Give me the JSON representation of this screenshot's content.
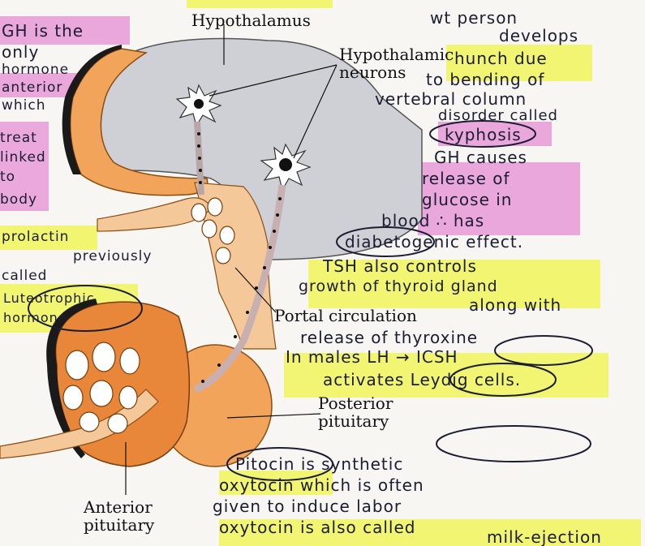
{
  "labels": {
    "hypothalamus": "Hypothalamus",
    "hypothalamic_neurons": "Hypothalamic neurons",
    "portal_circulation": "Portal circulation",
    "posterior_pituitary": "Posterior pituitary",
    "anterior_pituitary": "Anterior pituitary"
  },
  "notes_left": [
    "GH is the",
    "only",
    "hormone",
    "anterior",
    "which",
    "treat",
    "linked",
    "to",
    "body",
    "prolactin",
    "previously",
    "called",
    "Luteotrophic",
    "hormone"
  ],
  "notes_right": [
    "wt person",
    "develops",
    "hunch due",
    "to bending of",
    "vertebral column",
    "disorder called",
    "kyphosis",
    "GH causes",
    "release of",
    "glucose in",
    "blood ∴ has",
    "diabetogenic effect.",
    "TSH also controls",
    "growth of thyroid gland",
    "along with",
    "release of thyroxine",
    "In males LH → ICSH",
    "activates Leydig cells.",
    "Pitocin is synthetic",
    "oxytocin which is often",
    "given to induce labor",
    "oxytocin is also called",
    "milk-ejection"
  ],
  "colors": {
    "highlight_yellow": "#f0f55a",
    "highlight_pink": "#e79ad8",
    "ink": "#1b1d33",
    "gland_orange": "#f2a45a",
    "hypothalamus_gray": "#cfd0d6"
  }
}
